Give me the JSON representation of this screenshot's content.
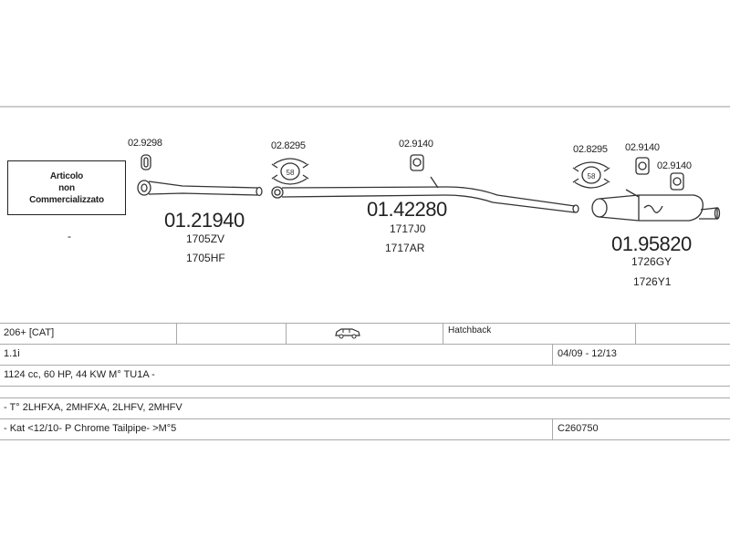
{
  "notice": [
    "Articolo",
    "non",
    "Commercializzato"
  ],
  "notice_dash": "-",
  "parts": {
    "clamp_1": "02.9298",
    "front_pipe": {
      "number": "01.21940",
      "refs": [
        "1705ZV",
        "1705HF"
      ]
    },
    "clamp_2": "02.8295",
    "hanger_1": "02.9140",
    "middle_pipe": {
      "number": "01.42280",
      "refs": [
        "1717J0",
        "1717AR"
      ]
    },
    "clamp_3": "02.8295",
    "hanger_2": "02.9140",
    "hanger_3": "02.9140",
    "rear_silencer": {
      "number": "01.95820",
      "refs": [
        "1726GY",
        "1726Y1"
      ]
    }
  },
  "table": {
    "model": "206+  [CAT]",
    "body_type": "Hatchback",
    "engine": "1.1i",
    "years": "04/09 - 12/13",
    "specs": "1124 cc, 60 HP, 44 KW M° TU1A -",
    "types": "- T° 2LHFXA, 2MHFXA, 2LHFV, 2MHFV",
    "notes": "- Kat <12/10- P Chrome Tailpipe- >M°5",
    "code": "C260750"
  }
}
